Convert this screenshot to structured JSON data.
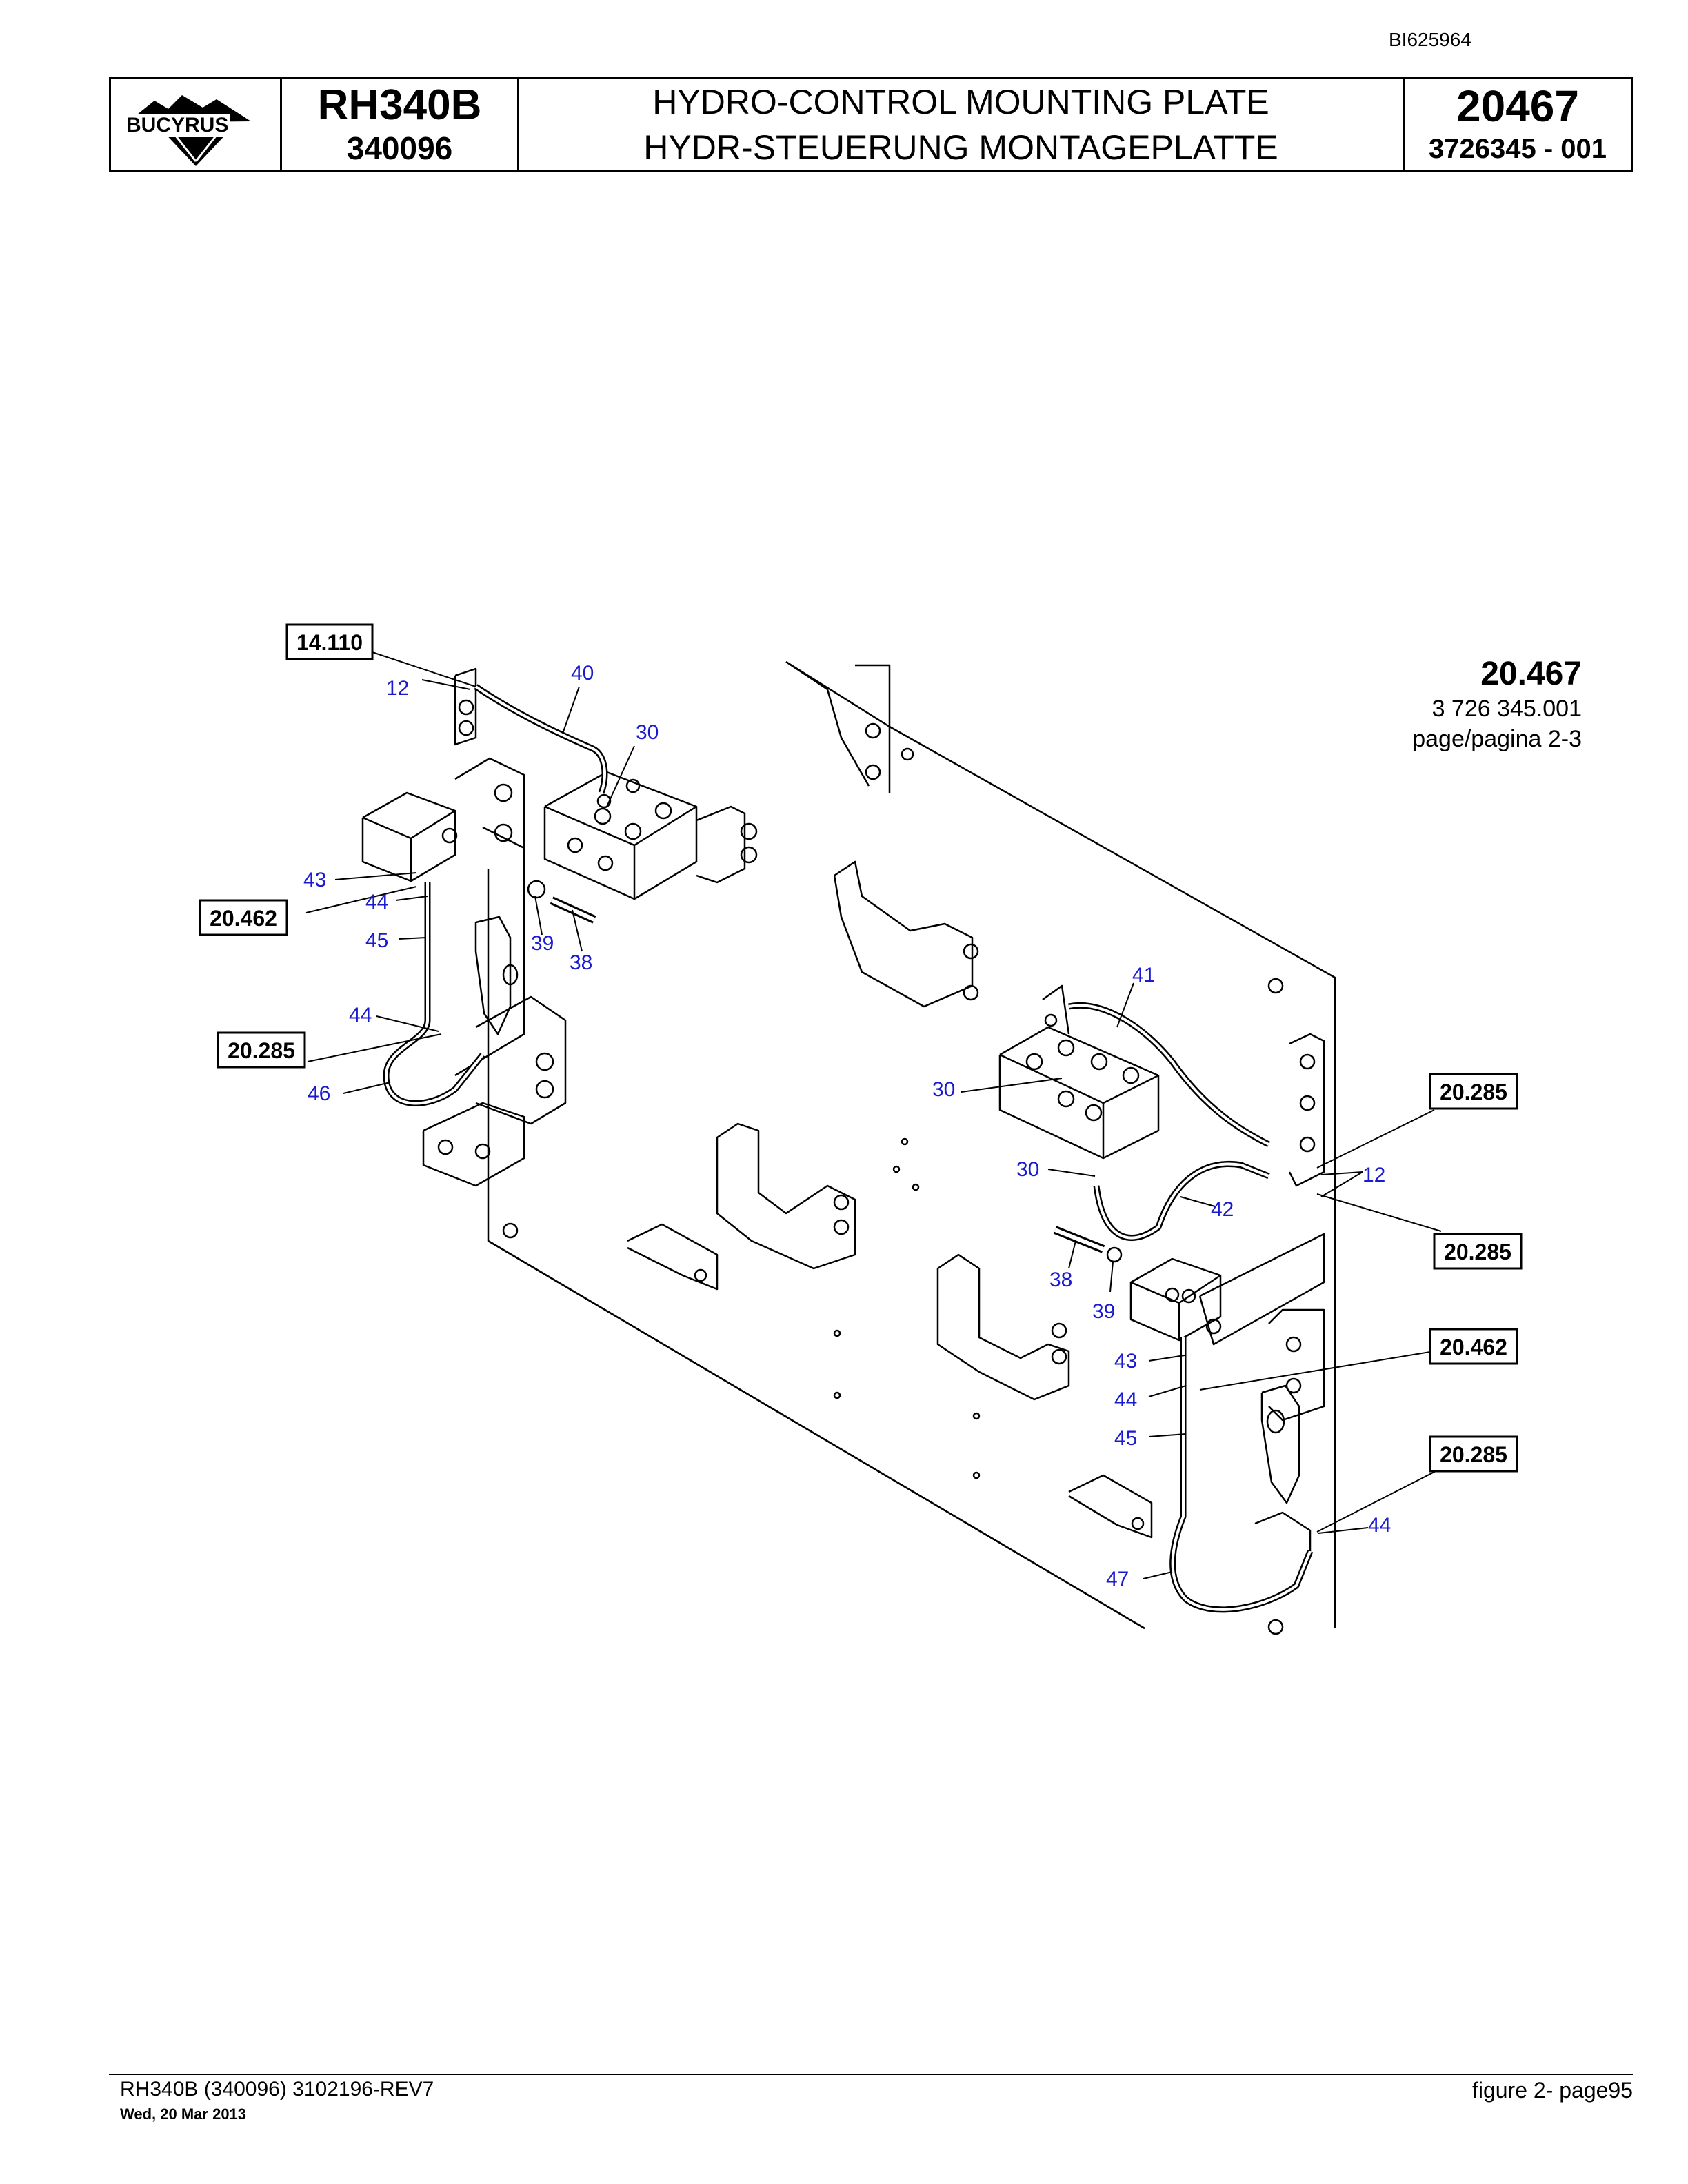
{
  "doc_id": "BI625964",
  "header": {
    "brand": "BUCYRUS",
    "model": "RH340B",
    "serial": "340096",
    "title_en": "HYDRO-CONTROL MOUNTING PLATE",
    "title_de": "HYDR-STEUERUNG MONTAGEPLATTE",
    "figure_number": "20467",
    "part_number": "3726345  - 001"
  },
  "figure_ref": {
    "number": "20.467",
    "part": "3 726 345.001",
    "page": "page/pagina 2-3"
  },
  "callouts": {
    "c12a": "12",
    "c40": "40",
    "c30a": "30",
    "c43a": "43",
    "c44a": "44",
    "c45a": "45",
    "c39a": "39",
    "c38a": "38",
    "c44b": "44",
    "c46": "46",
    "c41": "41",
    "c30b": "30",
    "c30c": "30",
    "c12b": "12",
    "c42": "42",
    "c38b": "38",
    "c39b": "39",
    "c43b": "43",
    "c44c": "44",
    "c45b": "45",
    "c44d": "44",
    "c47": "47"
  },
  "references": {
    "r14110": "14.110",
    "r20462a": "20.462",
    "r20285a": "20.285",
    "r20285b": "20.285",
    "r20285c": "20.285",
    "r20462b": "20.462",
    "r20285d": "20.285"
  },
  "footer": {
    "left": "RH340B (340096) 3102196-REV7",
    "date": "Wed, 20 Mar 2013",
    "right": "figure  2- page95"
  }
}
